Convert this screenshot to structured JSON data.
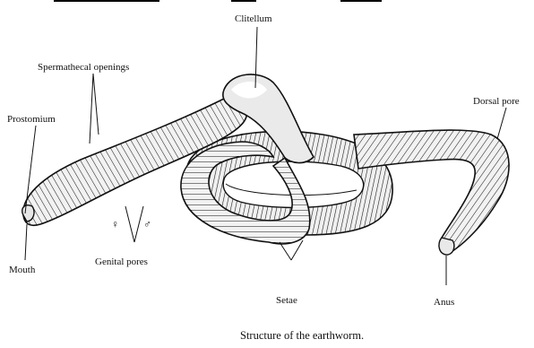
{
  "labels": {
    "clitellum": "Clitellum",
    "spermathecal_openings": "Spermathecal openings",
    "prostomium": "Prostomium",
    "dorsal_pore": "Dorsal pore",
    "mouth": "Mouth",
    "genital_pores": "Genital pores",
    "setae": "Setae",
    "anus": "Anus",
    "female_symbol": "♀",
    "male_symbol": "♂"
  },
  "caption": "Structure of the earthworm.",
  "colors": {
    "ink": "#111111",
    "body": "#f4f4f4",
    "shade": "#cfcfcf",
    "clitellum": "#e6e6e6"
  }
}
